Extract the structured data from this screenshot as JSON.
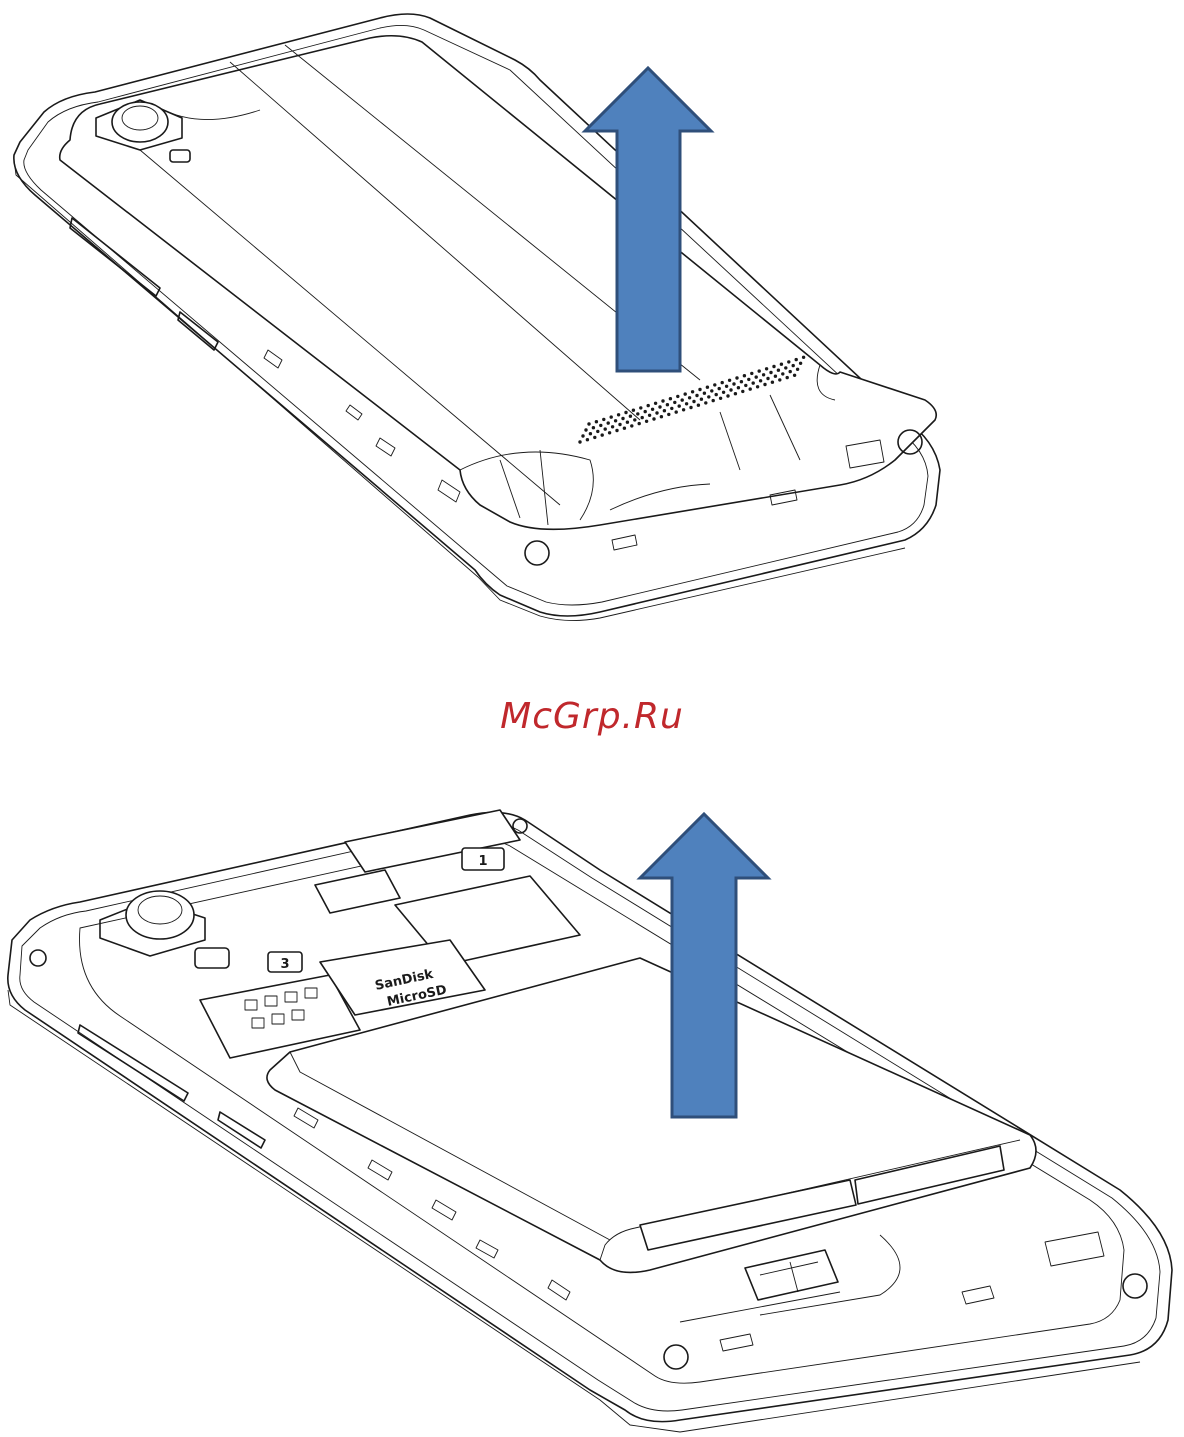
{
  "watermark": {
    "text": "McGrp.Ru",
    "color": "#c0282c"
  },
  "arrow_colors": {
    "fill": "#4f81bd",
    "stroke": "#2f4f7a"
  },
  "labels": {
    "sim_slot_1": "1",
    "sim_slot_3": "3",
    "sd_brand": "SanDisk",
    "sd_type": "MicroSD"
  },
  "icons": {
    "step1": [
      "phone-back-cover-icon",
      "up-arrow-icon"
    ],
    "step2": [
      "phone-battery-icon",
      "up-arrow-icon"
    ]
  }
}
